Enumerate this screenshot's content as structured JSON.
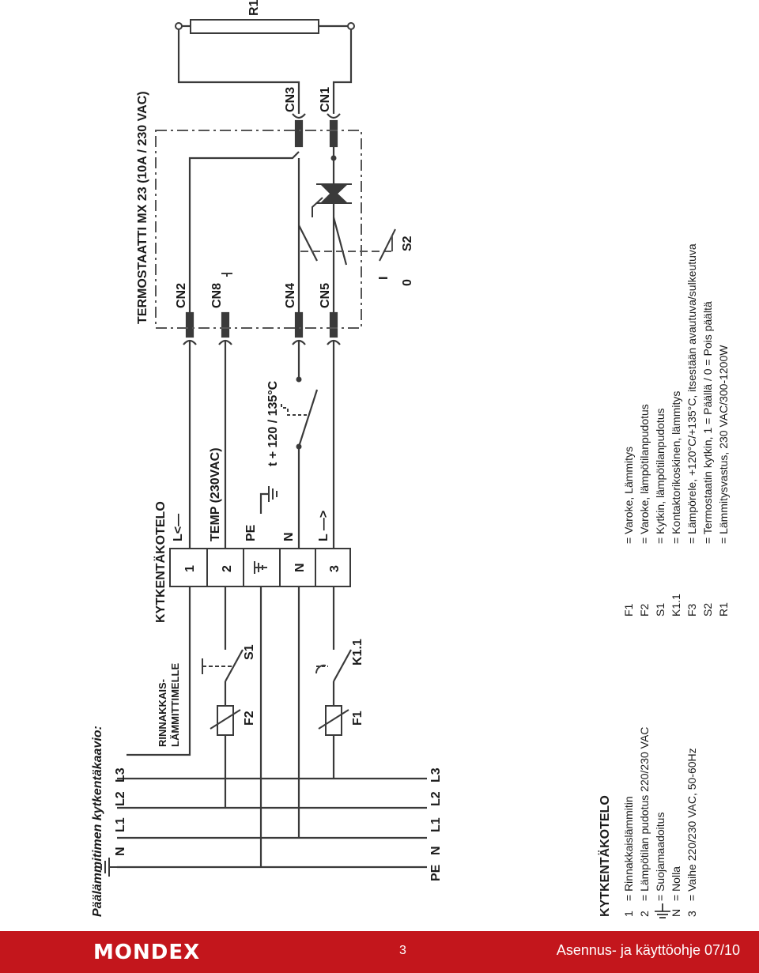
{
  "diagram": {
    "title": "Päälämmitimen kytkentäkaavio:",
    "mains_top": [
      "N",
      "L1",
      "L2",
      "L3"
    ],
    "mains_bottom": [
      "PE",
      "N",
      "L1",
      "L2",
      "L3"
    ],
    "parallel_heater": [
      "RINNAKKAIS-",
      "LÄMMITTIMELLE"
    ],
    "terminal_box_title": "KYTKENTÄKOTELO",
    "terminals": [
      "1",
      "2",
      "N",
      "3"
    ],
    "terminal_labels": [
      "L<—",
      "TEMP (230VAC)",
      "PE",
      "N",
      "L —>"
    ],
    "components": {
      "f2": "F2",
      "s1": "S1",
      "f1": "F1",
      "k11": "K1.1",
      "s2": "S2",
      "r1": "R1"
    },
    "switch_positions": {
      "on": "I",
      "off": "0"
    },
    "thermal_switch": "t + 120 / 135°C",
    "thermostat_title": "TERMOSTAATTI MX 23 (10A / 230 VAC)",
    "connectors": [
      "CN2",
      "CN8",
      "CN4",
      "CN5",
      "CN3",
      "CN1"
    ]
  },
  "legend": {
    "title": "KYTKENTÄKOTELO",
    "left": [
      {
        "code": "1",
        "text": "= Rinnakkaislämmitin"
      },
      {
        "code": "2",
        "text": "= Lämpötilan pudotus 220/230 VAC"
      },
      {
        "code": "",
        "text": "= Suojamaadoitus"
      },
      {
        "code": "N",
        "text": "= Nolla"
      },
      {
        "code": "3",
        "text": "= Vaihe 220/230 VAC, 50-60Hz"
      }
    ],
    "right": [
      {
        "code": "F1",
        "text": "= Varoke, Lämmitys"
      },
      {
        "code": "F2",
        "text": "= Varoke, lämpötilanpudotus"
      },
      {
        "code": "S1",
        "text": "= Kytkin, lämpötilanpudotus"
      },
      {
        "code": "K1.1",
        "text": "= Kontaktorikoskinen, lämmitys"
      },
      {
        "code": "F3",
        "text": "= Lämpörele, +120°C/+135°C, itsestään avautuva/sulkeutuva"
      },
      {
        "code": "S2",
        "text": "= Termostaatin kytkin, 1 = Päällä / 0 = Pois päältä"
      },
      {
        "code": "R1",
        "text": "= Lämmitysvastus, 230 VAC/300-1200W"
      }
    ]
  },
  "footer": {
    "brand": "MONDEX",
    "page": "3",
    "doc": "Asennus- ja käyttöohje 07/10"
  }
}
